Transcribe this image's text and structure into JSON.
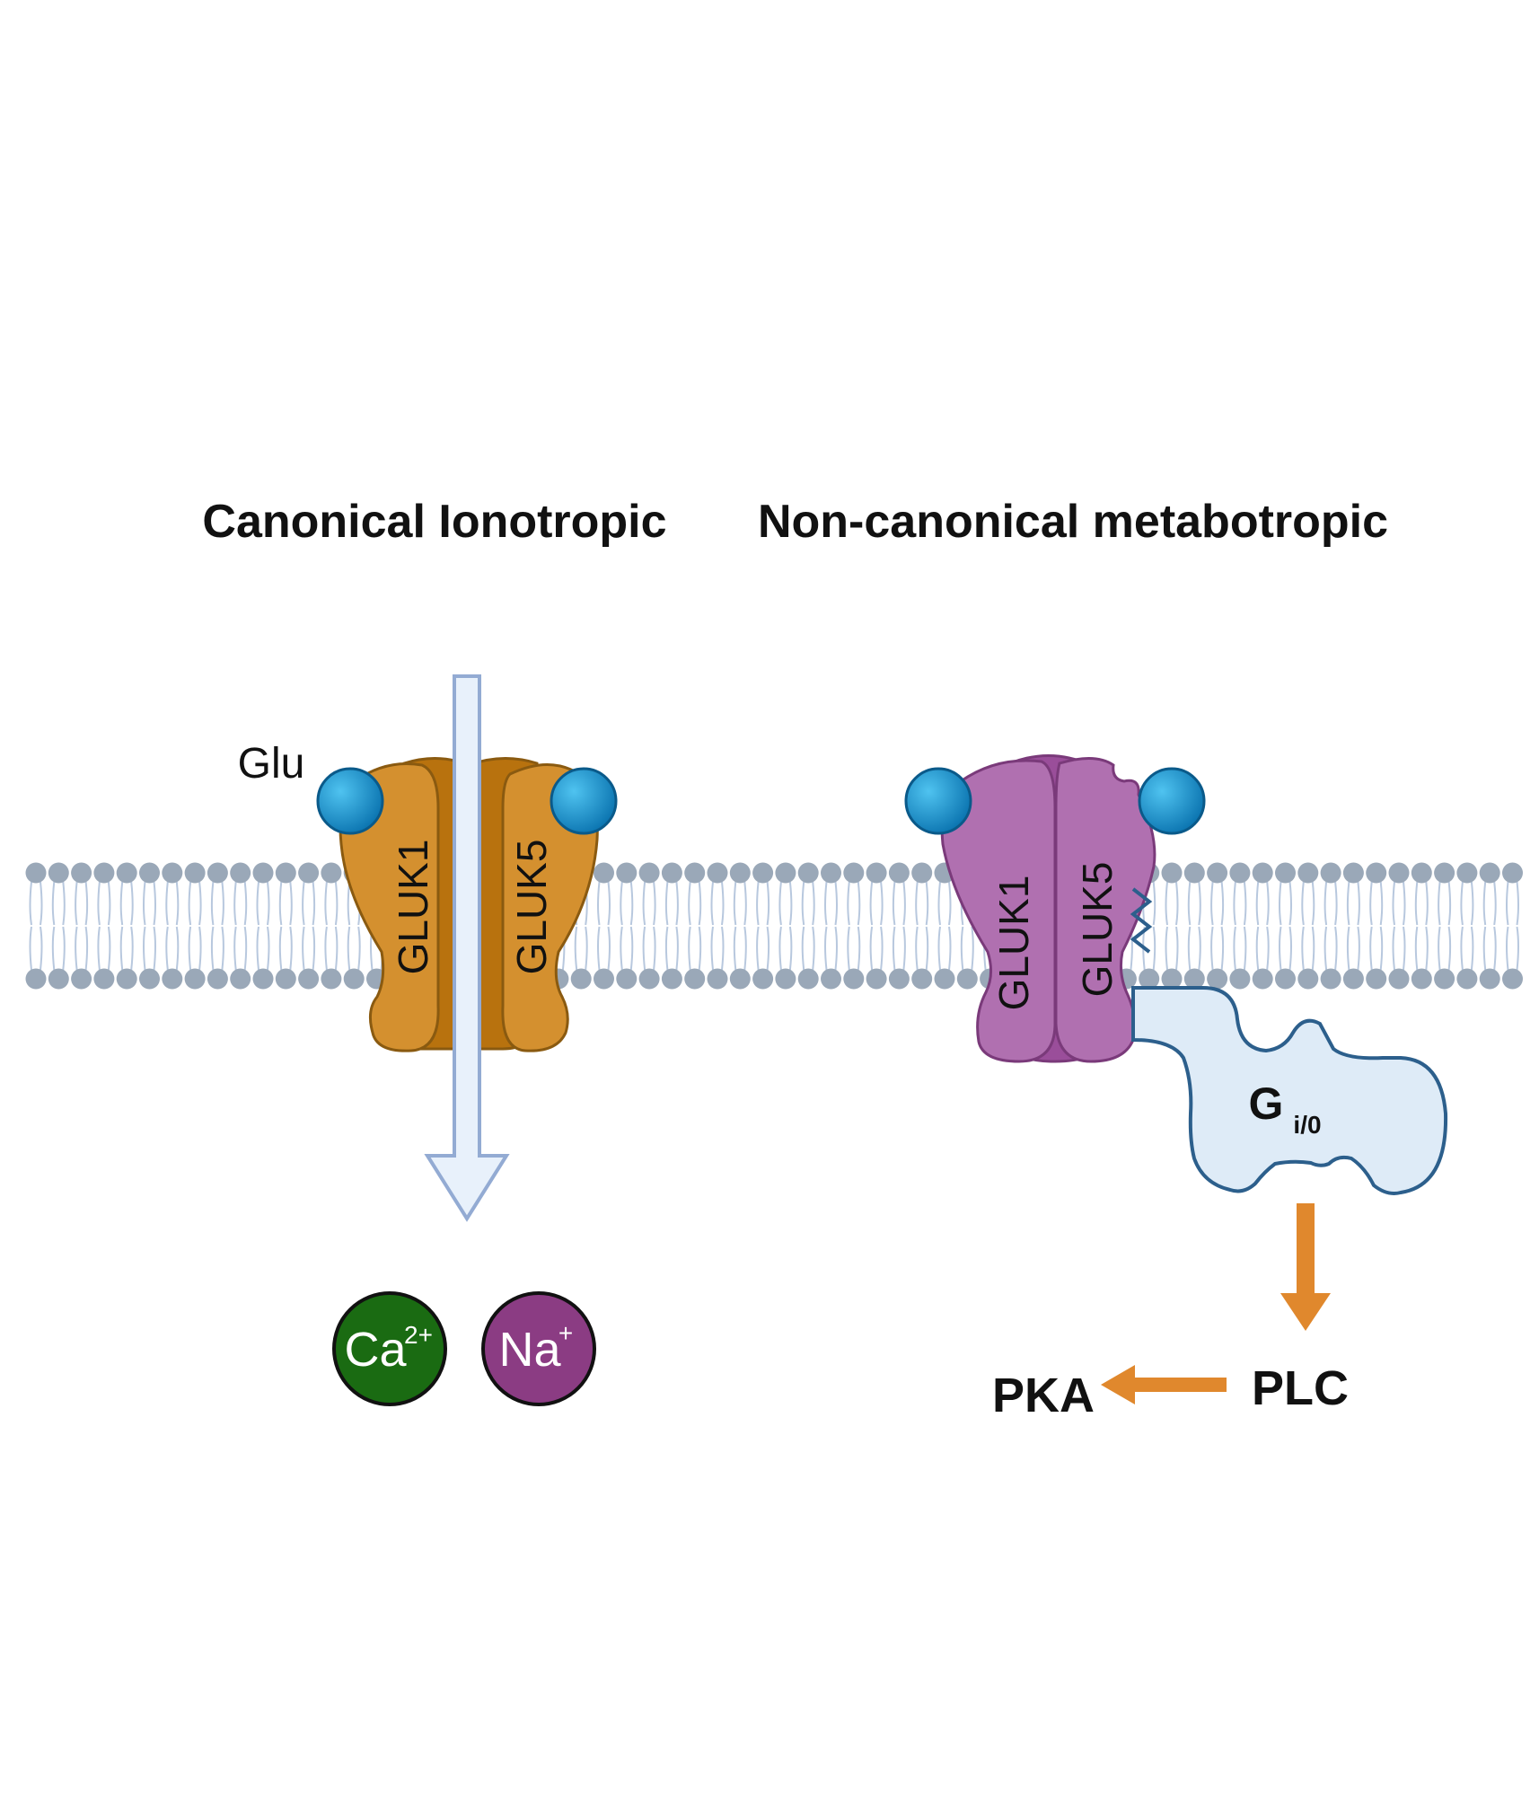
{
  "titles": {
    "left": "Canonical Ionotropic",
    "right": "Non-canonical metabotropic"
  },
  "ligand_label": "Glu",
  "left_receptor": {
    "subunit_a": "GLUK1",
    "subunit_b": "GLUK5",
    "color": "#d4902f",
    "dark_color": "#b8720e"
  },
  "right_receptor": {
    "subunit_a": "GLUK1",
    "subunit_b": "GLUK5",
    "color": "#b070b0",
    "dark_color": "#9a4e9a"
  },
  "ions": {
    "calcium": {
      "symbol": "Ca",
      "charge": "2+",
      "color": "#1a6b12"
    },
    "sodium": {
      "symbol": "Na",
      "charge": "+",
      "color": "#8b3c83"
    }
  },
  "g_protein": {
    "label": "G",
    "subscript": "i/0",
    "color": "#deebf7"
  },
  "pathway": {
    "plc": "PLC",
    "pka": "PKA",
    "arrow_color": "#e0882d"
  },
  "membrane": {
    "head_color": "#9aa8b8",
    "tail_color": "#b8c8de"
  },
  "ligand_color": "#1e94cc"
}
